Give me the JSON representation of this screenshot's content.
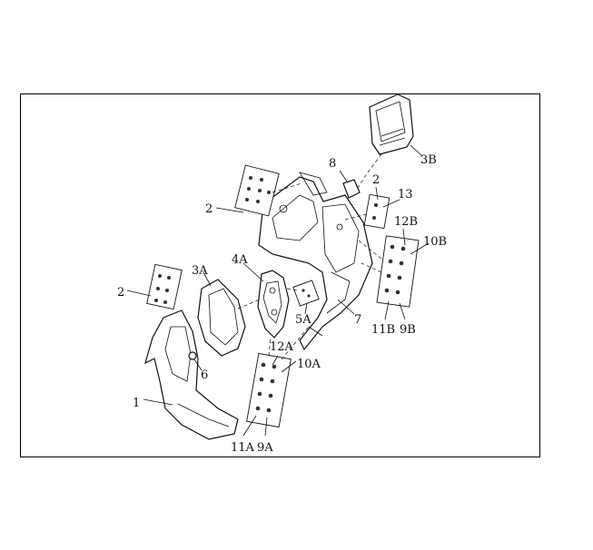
{
  "diagram": {
    "callouts": {
      "c1": "1",
      "c2_left": "2",
      "c2_top": "2",
      "c2_right": "2",
      "c3A": "3A",
      "c3B": "3B",
      "c4A": "4A",
      "c5A": "5A",
      "c6": "6",
      "c7": "7",
      "c8": "8",
      "c9A": "9A",
      "c9B": "9B",
      "c10A": "10A",
      "c10B": "10B",
      "c11A": "11A",
      "c11B": "11B",
      "c12A": "12A",
      "c12B": "12B",
      "c13": "13"
    }
  }
}
